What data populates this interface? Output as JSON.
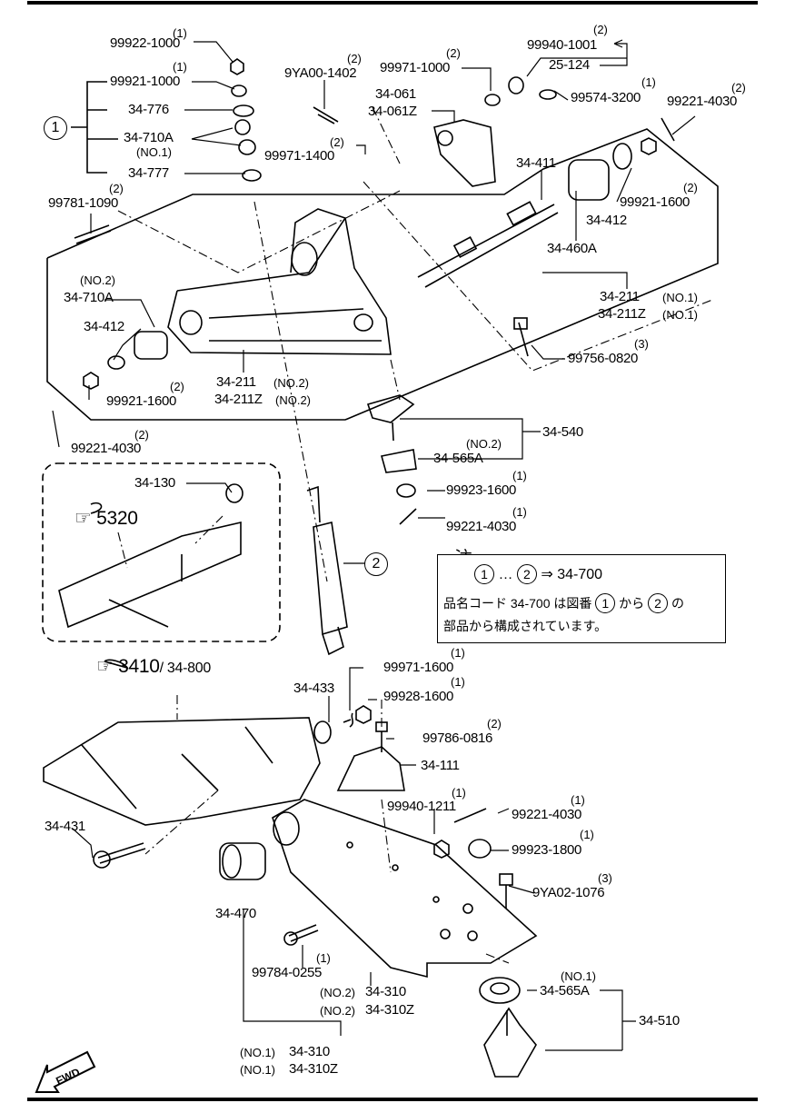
{
  "frame": {},
  "labels": {
    "p99922": "99922-1000",
    "q99922": "(1)",
    "p99921a": "99921-1000",
    "q99921a": "(1)",
    "p34776": "34-776",
    "p34710a1": "34-710A",
    "n34710a1": "(NO.1)",
    "p34777": "34-777",
    "p99781": "99781-1090",
    "q99781": "(2)",
    "p9ya00": "9YA00-1402",
    "q9ya00": "(2)",
    "p99971a": "99971-1000",
    "q99971a": "(2)",
    "p34061": "34-061",
    "p34061z": "34-061Z",
    "p99971b": "99971-1400",
    "q99971b": "(2)",
    "p99940a": "99940-1001",
    "q99940a": "(2)",
    "p25124": "25-124",
    "p99574": "99574-3200",
    "q99574": "(1)",
    "p99221a": "99221-4030",
    "q99221a": "(2)",
    "p34411": "34-411",
    "p99921b": "99921-1600",
    "q99921b": "(2)",
    "p34412a": "34-412",
    "p34460a": "34-460A",
    "n34710a2": "(NO.2)",
    "p34710a2": "34-710A",
    "p34412b": "34-412",
    "p99921c": "99921-1600",
    "q99921c": "(2)",
    "p34211a": "34-211",
    "n34211a": "(NO.2)",
    "p34211za": "34-211Z",
    "n34211za": "(NO.2)",
    "p34211b": "34-211",
    "n34211b": "(NO.1)",
    "p34211zb": "34-211Z",
    "n34211zb": "(NO.1)",
    "p99756": "99756-0820",
    "q99756": "(3)",
    "p99221b": "99221-4030",
    "q99221b": "(2)",
    "p34540": "34-540",
    "n34565a1": "(NO.2)",
    "p34565a1": "34-565A",
    "p99923a": "99923-1600",
    "q99923a": "(1)",
    "p99221c": "99221-4030",
    "q99221c": "(1)",
    "p34130": "34-130",
    "ref5320": "5320",
    "ref3410": "3410",
    "ref34800": "/ 34-800",
    "c1": "1",
    "c2": "2",
    "p99971c": "99971-1600",
    "q99971c": "(1)",
    "p34433": "34-433",
    "p99928": "99928-1600",
    "q99928": "(1)",
    "p99786": "99786-0816",
    "q99786": "(2)",
    "p34111": "34-111",
    "p99940b": "99940-1211",
    "q99940b": "(1)",
    "p99221d": "99221-4030",
    "q99221d": "(1)",
    "p99923b": "99923-1800",
    "q99923b": "(1)",
    "p34431": "34-431",
    "p9ya02": "9YA02-1076",
    "q9ya02": "(3)",
    "p34470": "34-470",
    "p99784": "99784-0255",
    "q99784": "(1)",
    "n34310a": "(NO.2)",
    "p34310a": "34-310",
    "n34310za": "(NO.2)",
    "p34310za": "34-310Z",
    "n34565a2": "(NO.1)",
    "p34565a2": "34-565A",
    "p34510": "34-510",
    "n34310b": "(NO.1)",
    "p34310b": "34-310",
    "n34310zb": "(NO.1)",
    "p34310zb": "34-310Z",
    "fwd": "FWD"
  },
  "note": {
    "title": "注",
    "formula_mid": "…",
    "formula_arrow": "⇒ 34-700",
    "line2a": "品名コード  34-700  は図番",
    "line2b": "から",
    "line2c": "の",
    "line3": "部品から構成されています。",
    "c1": "1",
    "c2": "2"
  }
}
